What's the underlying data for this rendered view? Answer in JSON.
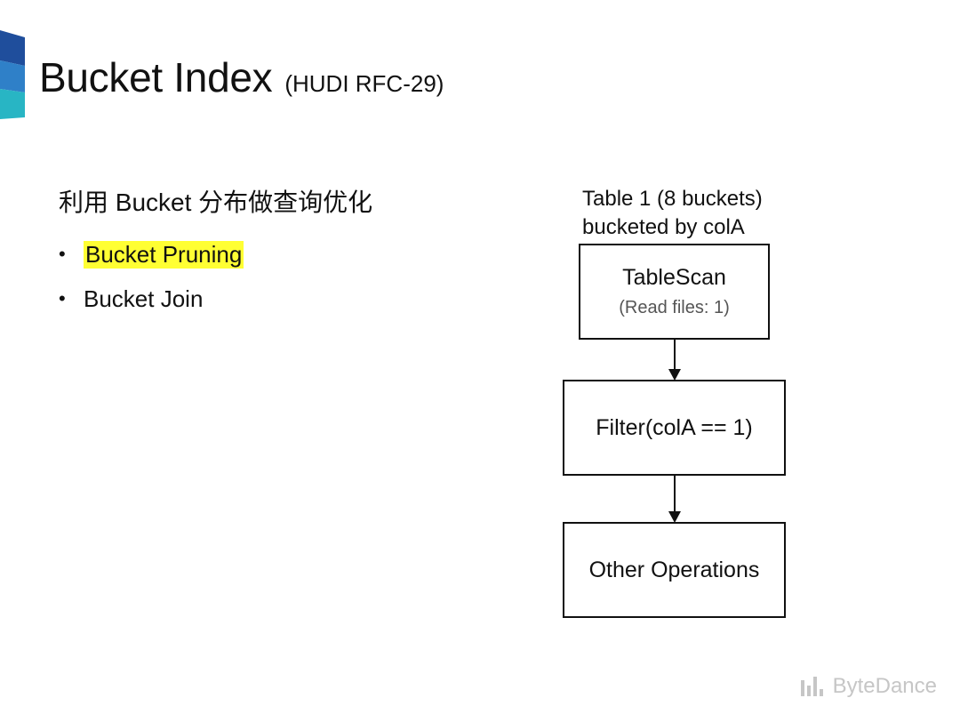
{
  "header": {
    "title": "Bucket Index",
    "subtitle": "(HUDI RFC-29)"
  },
  "content": {
    "heading": "利用 Bucket 分布做查询优化",
    "bullets": [
      {
        "text": "Bucket Pruning",
        "highlighted": true
      },
      {
        "text": "Bucket Join",
        "highlighted": false
      }
    ]
  },
  "diagram": {
    "caption_line1": "Table 1 (8 buckets)",
    "caption_line2": "bucketed by colA",
    "nodes": [
      {
        "label": "TableScan",
        "note": "(Read files: 1)"
      },
      {
        "label": "Filter(colA == 1)"
      },
      {
        "label": "Other Operations"
      }
    ]
  },
  "footer": {
    "brand": "ByteDance"
  },
  "colors": {
    "highlight": "#ffff33",
    "logo_dark_blue": "#1f4e9c",
    "logo_blue": "#2f80c8",
    "logo_teal": "#28b5c4"
  }
}
